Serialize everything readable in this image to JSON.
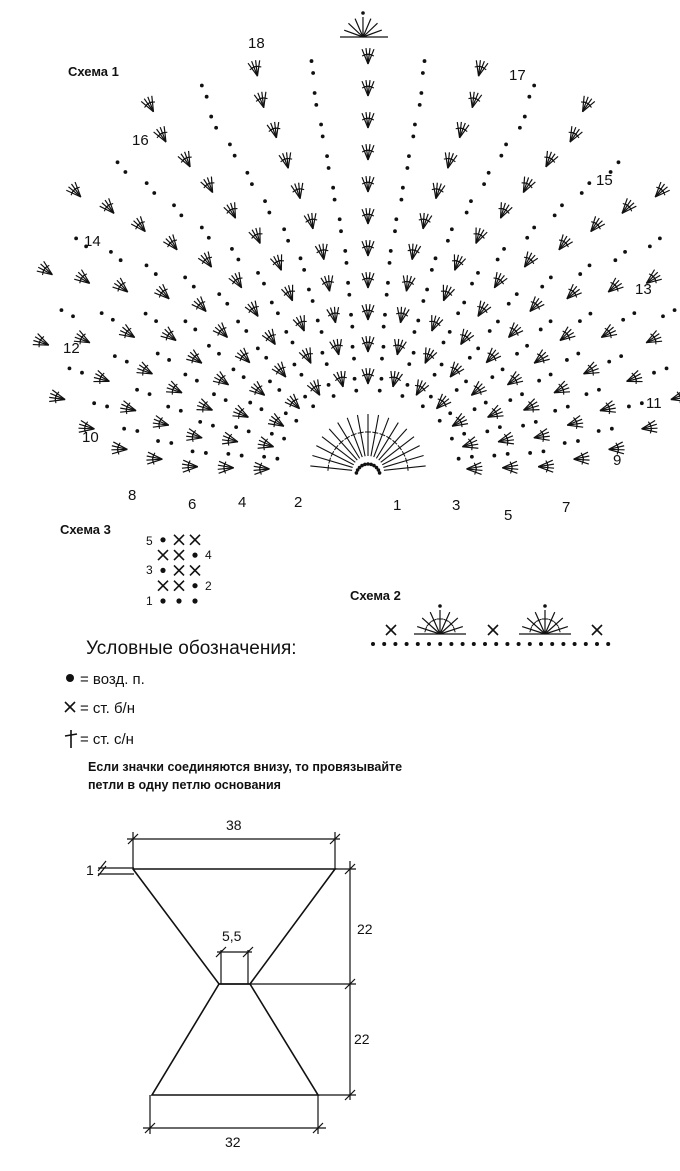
{
  "scheme1": {
    "title": "Схема 1",
    "row_numbers": [
      "1",
      "2",
      "3",
      "4",
      "5",
      "6",
      "7",
      "8",
      "9",
      "10",
      "11",
      "12",
      "13",
      "14",
      "15",
      "16",
      "17",
      "18"
    ]
  },
  "scheme2": {
    "title": "Схема 2"
  },
  "scheme3": {
    "title": "Схема 3",
    "row_numbers": [
      "1",
      "2",
      "3",
      "4",
      "5"
    ]
  },
  "legend": {
    "heading": "Условные обозначения:",
    "items": [
      {
        "symbol": "dot-icon",
        "text": "= возд. п."
      },
      {
        "symbol": "cross-icon",
        "text": "= ст. б/н"
      },
      {
        "symbol": "dagger-icon",
        "text": "= ст. с/н"
      }
    ],
    "note_line1": "Если значки соединяются внизу, то провязывайте",
    "note_line2": "петли в одну петлю основания"
  },
  "pattern": {
    "dimensions": {
      "top_width": "38",
      "edge": "1",
      "upper_height": "22",
      "waist": "5,5",
      "lower_height": "22",
      "bottom_width": "32"
    }
  }
}
